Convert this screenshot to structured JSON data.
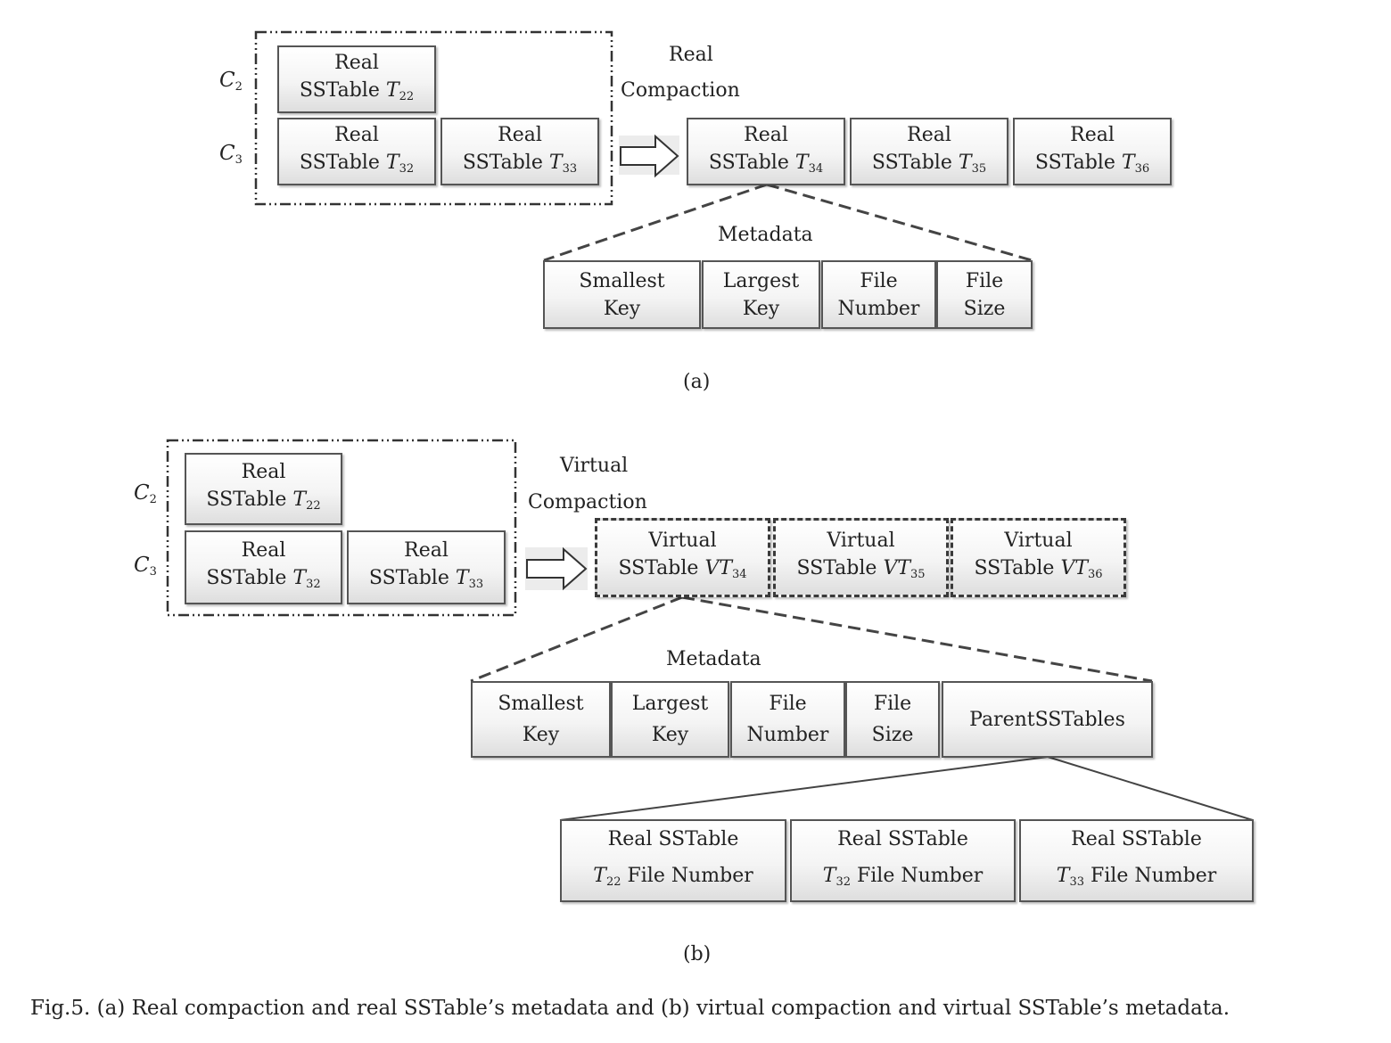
{
  "panel_a": {
    "rows": {
      "c2": {
        "base": "C",
        "sub": "2"
      },
      "c3": {
        "base": "C",
        "sub": "3"
      }
    },
    "inputs": [
      {
        "line1": "Real",
        "pre": "SSTable ",
        "sym": "T",
        "sub": "22"
      },
      {
        "line1": "Real",
        "pre": "SSTable ",
        "sym": "T",
        "sub": "32"
      },
      {
        "line1": "Real",
        "pre": "SSTable ",
        "sym": "T",
        "sub": "33"
      }
    ],
    "operation": {
      "line1": "Real",
      "line2": "Compaction"
    },
    "outputs": [
      {
        "line1": "Real",
        "pre": "SSTable ",
        "sym": "T",
        "sub": "34"
      },
      {
        "line1": "Real",
        "pre": "SSTable ",
        "sym": "T",
        "sub": "35"
      },
      {
        "line1": "Real",
        "pre": "SSTable ",
        "sym": "T",
        "sub": "36"
      }
    ],
    "metadata_title": "Metadata",
    "metadata_fields": [
      {
        "line1": "Smallest",
        "line2": "Key"
      },
      {
        "line1": "Largest",
        "line2": "Key"
      },
      {
        "line1": "File",
        "line2": "Number"
      },
      {
        "line1": "File",
        "line2": "Size"
      }
    ],
    "label": "(a)"
  },
  "panel_b": {
    "rows": {
      "c2": {
        "base": "C",
        "sub": "2"
      },
      "c3": {
        "base": "C",
        "sub": "3"
      }
    },
    "inputs": [
      {
        "line1": "Real",
        "pre": "SSTable ",
        "sym": "T",
        "sub": "22"
      },
      {
        "line1": "Real",
        "pre": "SSTable ",
        "sym": "T",
        "sub": "32"
      },
      {
        "line1": "Real",
        "pre": "SSTable ",
        "sym": "T",
        "sub": "33"
      }
    ],
    "operation": {
      "line1": "Virtual",
      "line2": "Compaction"
    },
    "outputs": [
      {
        "line1": "Virtual",
        "pre": "SSTable ",
        "sym": "VT",
        "sub": "34"
      },
      {
        "line1": "Virtual",
        "pre": "SSTable ",
        "sym": "VT",
        "sub": "35"
      },
      {
        "line1": "Virtual",
        "pre": "SSTable ",
        "sym": "VT",
        "sub": "36"
      }
    ],
    "metadata_title": "Metadata",
    "metadata_fields": [
      {
        "line1": "Smallest",
        "line2": "Key"
      },
      {
        "line1": "Largest",
        "line2": "Key"
      },
      {
        "line1": "File",
        "line2": "Number"
      },
      {
        "line1": "File",
        "line2": "Size"
      },
      {
        "line1": "ParentSSTables"
      }
    ],
    "parents": [
      {
        "line1": "Real SSTable",
        "sym": "T",
        "sub": "22",
        "post": "File Number"
      },
      {
        "line1": "Real SSTable",
        "sym": "T",
        "sub": "32",
        "post": "File Number"
      },
      {
        "line1": "Real SSTable",
        "sym": "T",
        "sub": "33",
        "post": "File Number"
      }
    ],
    "label": "(b)"
  },
  "caption": "Fig.5. (a) Real compaction and real SSTable’s metadata and (b) virtual compaction and virtual SSTable’s metadata."
}
